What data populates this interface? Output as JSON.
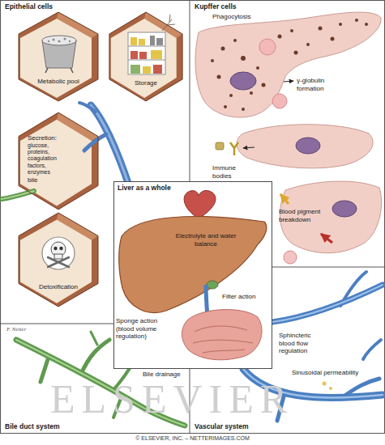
{
  "diagram": {
    "nodes": [
      {
        "text": [
          "Epithelial cells"
        ]
      },
      {
        "text": [
          "Metabolic pool"
        ],
        "in": 0
      },
      {
        "text": [
          "Storage"
        ],
        "in": 0
      },
      {
        "text": [
          "Secretion:",
          "glucose, proteins, coagulation factors, enzymes",
          "bile"
        ],
        "in": 0
      },
      {
        "text": [
          "Detoxification"
        ],
        "in": 0
      },
      {
        "text": [
          "Kupffer cells"
        ]
      },
      {
        "text": [
          "Liver as a whole"
        ]
      },
      {
        "text": [
          "Bile duct system"
        ]
      },
      {
        "text": [
          "Vascular system"
        ]
      }
    ],
    "labels": [
      "Phagocytosis",
      "γ-globulin formation",
      "Immune bodies",
      "Blood pigment breakdown",
      "Electrolyte and water balance",
      "Filter action",
      "Sponge action (blood volume regulation)",
      "Bile drainage",
      "Sphincteric blood flow regulation",
      "Sinusoidal permeability",
      "ELSEVIER",
      "F. Netter",
      "© ELSEVIER, INC. – NETTERIMAGES.COM"
    ]
  }
}
